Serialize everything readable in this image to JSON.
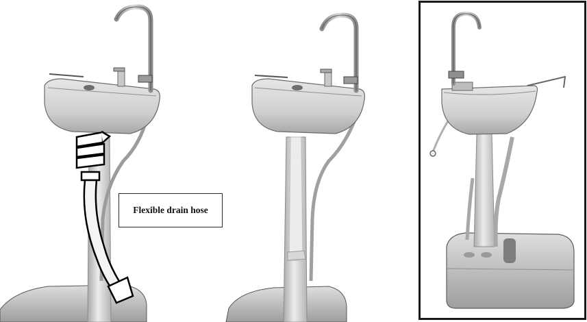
{
  "callout": {
    "text": "Flexible drain hose"
  },
  "colors": {
    "background": "#ffffff",
    "sink_body": "#d4d4d4",
    "sink_shadow": "#9a9a9a",
    "outline": "#2a2a2a",
    "faucet": "#bdbdbd",
    "frame": "#1a1a1a"
  },
  "panels": [
    "sink-with-hose-highlight",
    "sink-assembled",
    "sink-side-view-framed"
  ]
}
